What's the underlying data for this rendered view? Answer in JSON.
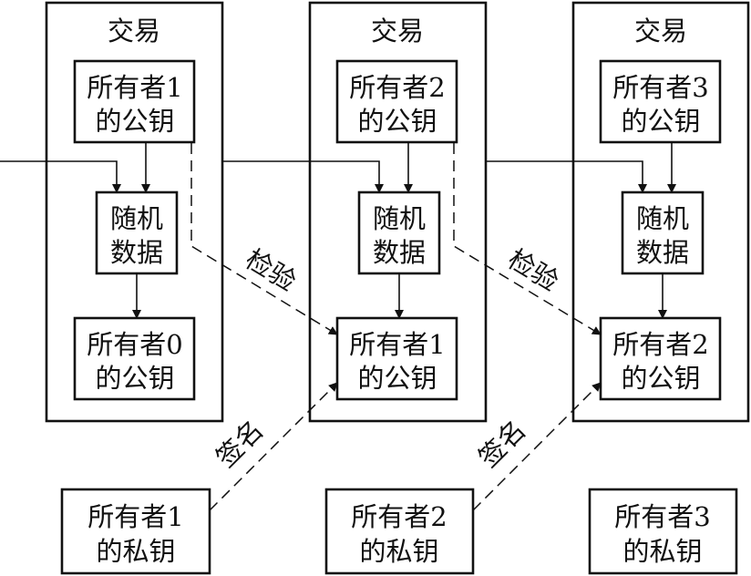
{
  "transactions": [
    {
      "title": "交易",
      "owner_pubkey": [
        "所有者1",
        "的公钥"
      ],
      "random": [
        "随机",
        "数据"
      ],
      "prev_owner_pubkey": [
        "所有者0",
        "的公钥"
      ]
    },
    {
      "title": "交易",
      "owner_pubkey": [
        "所有者2",
        "的公钥"
      ],
      "random": [
        "随机",
        "数据"
      ],
      "prev_owner_pubkey": [
        "所有者1",
        "的公钥"
      ]
    },
    {
      "title": "交易",
      "owner_pubkey": [
        "所有者3",
        "的公钥"
      ],
      "random": [
        "随机",
        "数据"
      ],
      "prev_owner_pubkey": [
        "所有者2",
        "的公钥"
      ]
    }
  ],
  "private_keys": [
    [
      "所有者1",
      "的私钥"
    ],
    [
      "所有者2",
      "的私钥"
    ],
    [
      "所有者3",
      "的私钥"
    ]
  ],
  "verify_label": "检验",
  "sign_label": "签名"
}
